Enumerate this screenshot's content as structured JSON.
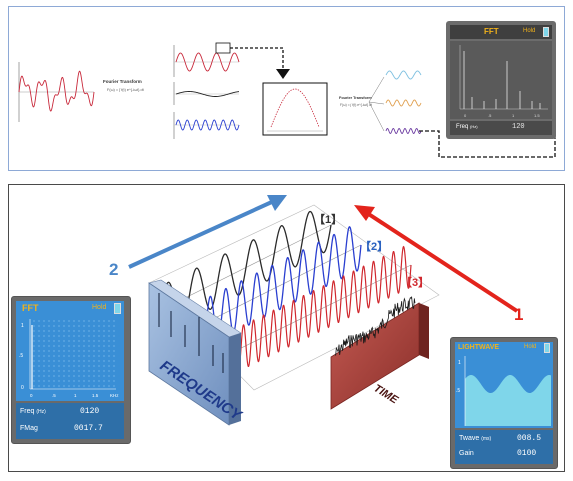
{
  "colors": {
    "signal_red": "#c8283a",
    "signal_blue": "#2a3fd0",
    "signal_black": "#2b2b2b",
    "arrow_red": "#e3241c",
    "arrow_blue": "#4a86c8",
    "lcd_bg": "#6c6c6c",
    "lcd_screen": "#3a8fd6",
    "lcd_screen_cyan": "#7fd6ea",
    "lcd_text_orange": "#f2b21a",
    "lcd_text_white": "#ffffff",
    "freq_plate": "#8aa6cc",
    "time_plate": "#b0453e"
  },
  "top": {
    "transform_label_1": "Fourier Transform",
    "transform_label_2": "Fourier Transform",
    "formula_1": "F(ω) = ∫ f(t) e^{-iωt} dt",
    "formula_2": "F(ω) = ∫ f(t) e^{-iωt} dt",
    "lcd": {
      "title": "FFT",
      "hold": "Hold",
      "freq_label": "Freq",
      "freq_unit": "(Hz)",
      "freq_value": "120"
    }
  },
  "bottom": {
    "labels": {
      "bracket_1": "【1】",
      "bracket_2": "【2】",
      "bracket_3": "【3】",
      "arrow_1": "1",
      "arrow_2": "2",
      "frequency_plate": "FREQUENCY",
      "time_plate": "TIME"
    },
    "fft_lcd": {
      "title": "FFT",
      "hold": "Hold",
      "freq_label": "Freq",
      "freq_unit": "(Hz)",
      "freq_value": "0120",
      "fmag_label": "FMag",
      "fmag_value": "0017.7",
      "y_ticks": [
        "1",
        ".5",
        "0"
      ],
      "x_ticks": [
        "0",
        ".5",
        "1",
        "1.5",
        "KHz"
      ]
    },
    "wave_lcd": {
      "title": "LIGHTWAVE",
      "hold": "Hold",
      "twave_label": "Twave",
      "twave_unit": "(ms)",
      "twave_value": "008.5",
      "gain_label": "Gain",
      "gain_value": "0100",
      "y_ticks": [
        "1",
        ".5"
      ]
    }
  }
}
